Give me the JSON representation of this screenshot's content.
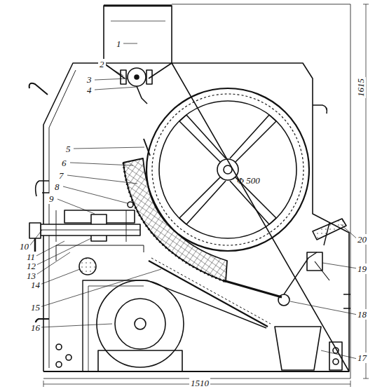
{
  "diagram": {
    "labels": [
      "1",
      "2",
      "3",
      "4",
      "5",
      "6",
      "7",
      "8",
      "9",
      "10",
      "11",
      "12",
      "13",
      "14",
      "15",
      "16",
      "17",
      "18",
      "19",
      "20",
      "Φ 500",
      "1615",
      "1510"
    ]
  }
}
